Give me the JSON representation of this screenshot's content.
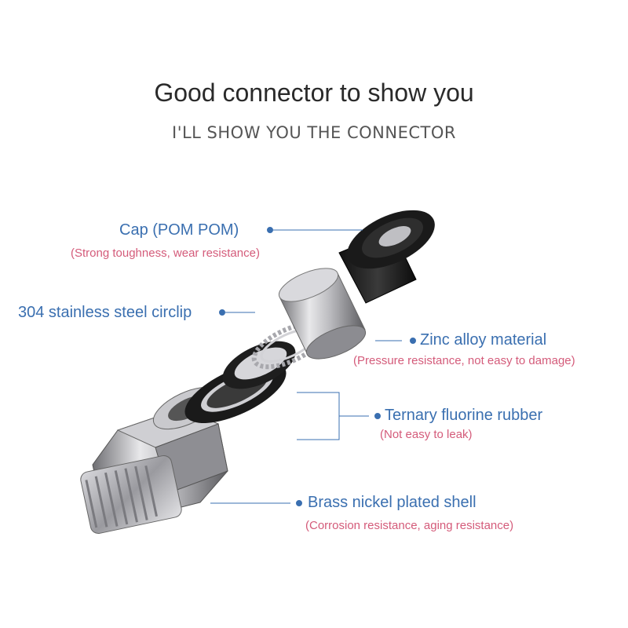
{
  "header": {
    "title": "Good connector to show you",
    "subtitle": "I'LL SHOW YOU THE CONNECTOR"
  },
  "parts": [
    {
      "label": "Cap (POM POM)",
      "note": "(Strong toughness, wear resistance)"
    },
    {
      "label": "304 stainless steel circlip",
      "note": ""
    },
    {
      "label": "Zinc alloy material",
      "note": "(Pressure resistance, not easy to damage)"
    },
    {
      "label": "Ternary fluorine rubber",
      "note": "(Not easy to leak)"
    },
    {
      "label": "Brass nickel plated shell",
      "note": "(Corrosion resistance, aging resistance)"
    }
  ],
  "colors": {
    "label": "#3a6fb0",
    "note": "#d45b7a",
    "leader_line": "#3a6fb0"
  }
}
